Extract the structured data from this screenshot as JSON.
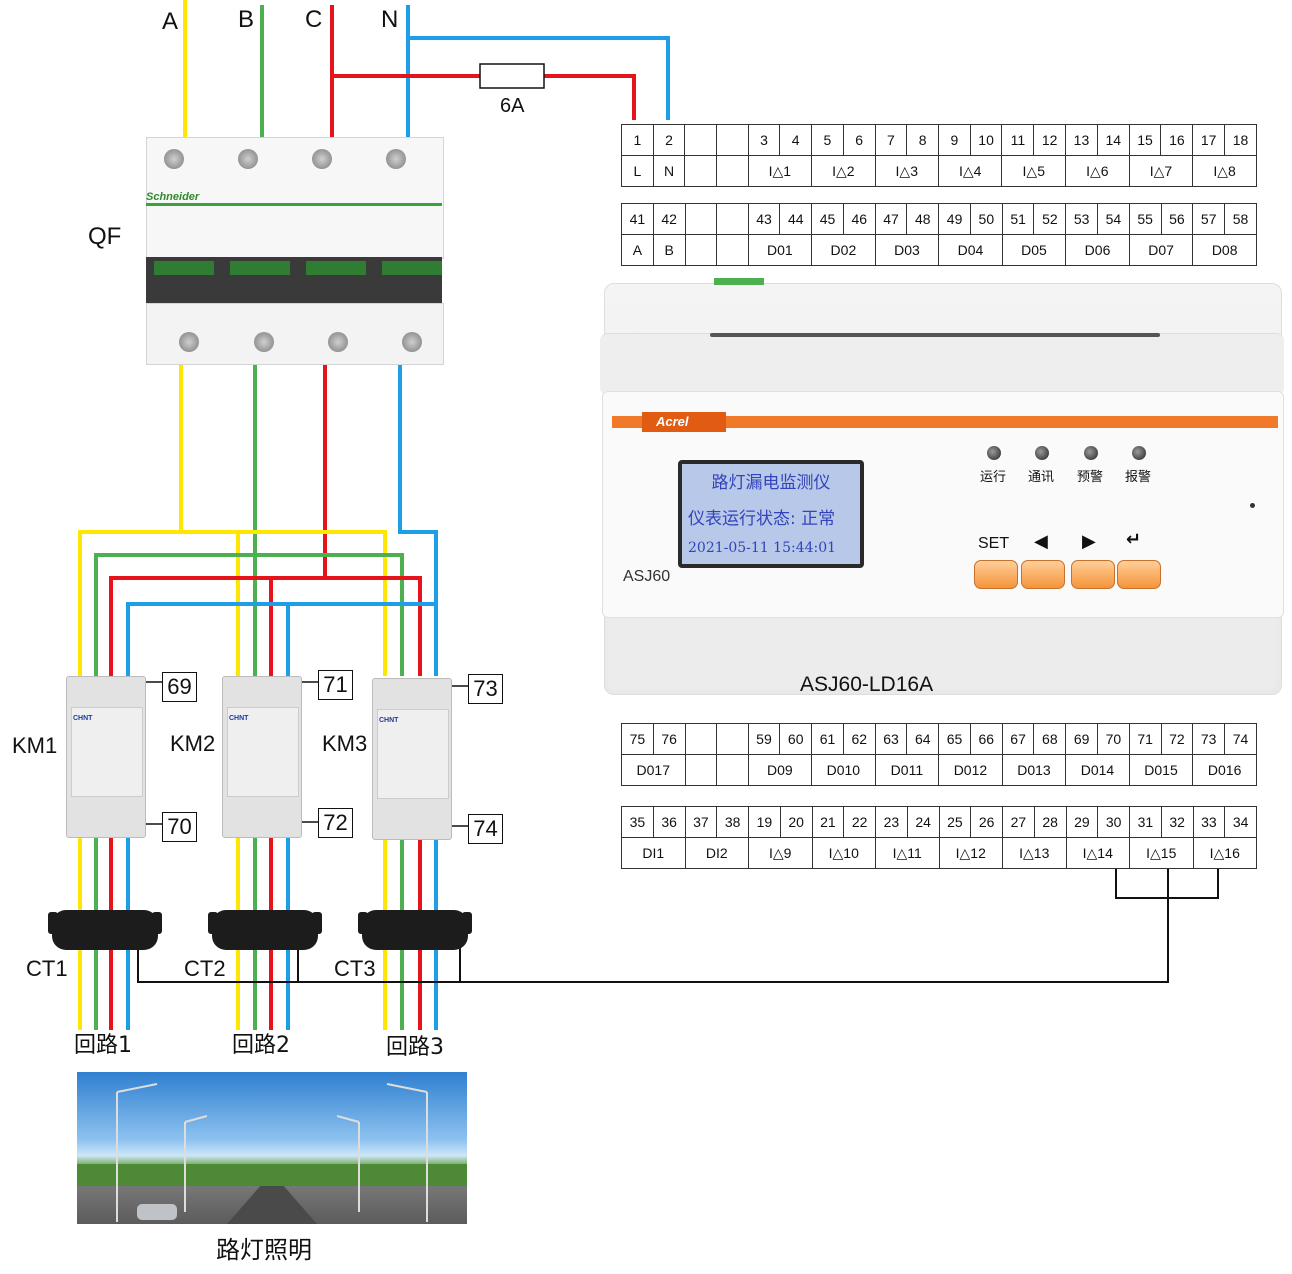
{
  "phases": {
    "a": "A",
    "b": "B",
    "c": "C",
    "n": "N"
  },
  "fuse_label": "6A",
  "breaker": {
    "label": "QF",
    "brand": "Schneider"
  },
  "terminals_top": {
    "row1_nums": [
      "1",
      "2",
      "",
      "",
      "3",
      "4",
      "5",
      "6",
      "7",
      "8",
      "9",
      "10",
      "11",
      "12",
      "13",
      "14",
      "15",
      "16",
      "17",
      "18"
    ],
    "row1_labels": [
      "L",
      "N",
      "",
      "",
      "I△1",
      "I△2",
      "I△3",
      "I△4",
      "I△5",
      "I△6",
      "I△7",
      "I△8"
    ],
    "row2_nums": [
      "41",
      "42",
      "",
      "",
      "43",
      "44",
      "45",
      "46",
      "47",
      "48",
      "49",
      "50",
      "51",
      "52",
      "53",
      "54",
      "55",
      "56",
      "57",
      "58"
    ],
    "row2_labels": [
      "A",
      "B",
      "",
      "",
      "D01",
      "D02",
      "D03",
      "D04",
      "D05",
      "D06",
      "D07",
      "D08"
    ]
  },
  "terminals_bottom": {
    "row1_nums": [
      "75",
      "76",
      "",
      "",
      "59",
      "60",
      "61",
      "62",
      "63",
      "64",
      "65",
      "66",
      "67",
      "68",
      "69",
      "70",
      "71",
      "72",
      "73",
      "74"
    ],
    "row1_labels": [
      "D017",
      "",
      "",
      "D09",
      "D010",
      "D011",
      "D012",
      "D013",
      "D014",
      "D015",
      "D016"
    ],
    "row2_nums": [
      "35",
      "36",
      "37",
      "38",
      "19",
      "20",
      "21",
      "22",
      "23",
      "24",
      "25",
      "26",
      "27",
      "28",
      "29",
      "30",
      "31",
      "32",
      "33",
      "34"
    ],
    "row2_labels": [
      "DI1",
      "DI2",
      "I△9",
      "I△10",
      "I△11",
      "I△12",
      "I△13",
      "I△14",
      "I△15",
      "I△16"
    ]
  },
  "meter": {
    "brand": "Acrel",
    "lcd_line1": "路灯漏电监测仪",
    "lcd_line2": "仪表运行状态: 正常",
    "lcd_line3": "2021-05-11  15:44:01",
    "leds": [
      "运行",
      "通讯",
      "预警",
      "报警"
    ],
    "set_label": "SET",
    "model_small": "ASJ60",
    "model_caption": "ASJ60-LD16A"
  },
  "contactors": [
    {
      "label": "KM1",
      "tag_top": "69",
      "tag_bottom": "70"
    },
    {
      "label": "KM2",
      "tag_top": "71",
      "tag_bottom": "72"
    },
    {
      "label": "KM3",
      "tag_top": "73",
      "tag_bottom": "74"
    }
  ],
  "contactor_brand": "CHNT",
  "cts": [
    "CT1",
    "CT2",
    "CT3"
  ],
  "loops": [
    "回路1",
    "回路2",
    "回路3"
  ],
  "photo_caption": "路灯照明",
  "colors": {
    "a": "#ffe600",
    "b": "#4caf50",
    "c": "#e5141b",
    "n": "#1e9ee6",
    "accent": "#f07a2a"
  }
}
